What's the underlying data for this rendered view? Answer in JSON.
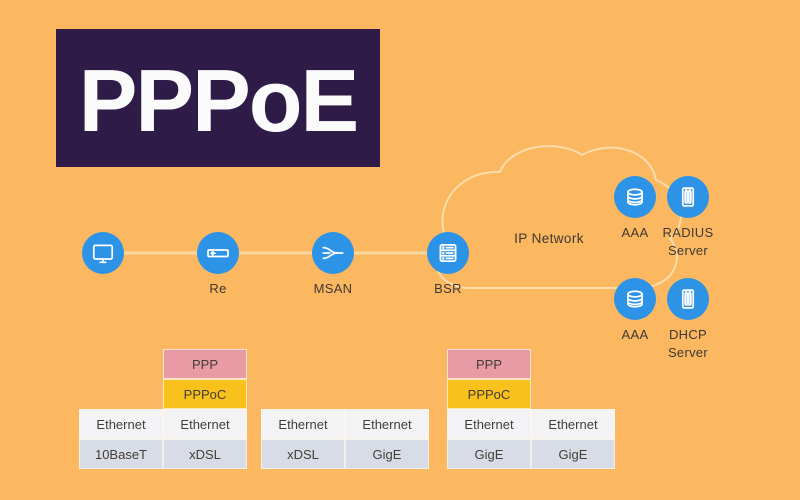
{
  "title": "PPPoE",
  "cloud_label": "IP Network",
  "nodes": [
    {
      "id": "client",
      "label": "",
      "icon": "monitor-icon"
    },
    {
      "id": "re",
      "label": "Re",
      "icon": "modem-icon"
    },
    {
      "id": "msan",
      "label": "MSAN",
      "icon": "merge-icon"
    },
    {
      "id": "bsr",
      "label": "BSR",
      "icon": "rack-icon"
    },
    {
      "id": "aaa_top",
      "label": "AAA",
      "icon": "database-icon"
    },
    {
      "id": "radius",
      "label": "RADIUS Server",
      "icon": "server-tower-icon"
    },
    {
      "id": "aaa_bottom",
      "label": "AAA",
      "icon": "database-icon"
    },
    {
      "id": "dhcp",
      "label": "DHCP Server",
      "icon": "server-tower-icon"
    }
  ],
  "colors": {
    "background": "#fcb860",
    "title_bg": "#2e1b47",
    "node_blue": "#2d93e6",
    "ppp_pink": "#e99ba4",
    "pppoc_yellow": "#f8c11b",
    "cell_light": "#f3f3f6",
    "cell_gray": "#d8dce6"
  },
  "stacks": [
    {
      "columns": [
        {
          "cells": [
            {
              "label": "Ethernet",
              "type": "light"
            },
            {
              "label": "10BaseT",
              "type": "gray"
            }
          ]
        },
        {
          "cells": [
            {
              "label": "PPP",
              "type": "pink"
            },
            {
              "label": "PPPoC",
              "type": "yellow"
            },
            {
              "label": "Ethernet",
              "type": "light"
            },
            {
              "label": "xDSL",
              "type": "gray"
            }
          ]
        }
      ]
    },
    {
      "columns": [
        {
          "cells": [
            {
              "label": "Ethernet",
              "type": "light"
            },
            {
              "label": "xDSL",
              "type": "gray"
            }
          ]
        },
        {
          "cells": [
            {
              "label": "Ethernet",
              "type": "light"
            },
            {
              "label": "GigE",
              "type": "gray"
            }
          ]
        }
      ]
    },
    {
      "columns": [
        {
          "cells": [
            {
              "label": "PPP",
              "type": "pink"
            },
            {
              "label": "PPPoC",
              "type": "yellow"
            },
            {
              "label": "Ethernet",
              "type": "light"
            },
            {
              "label": "GigE",
              "type": "gray"
            }
          ]
        },
        {
          "cells": [
            {
              "label": "Ethernet",
              "type": "light"
            },
            {
              "label": "GigE",
              "type": "gray"
            }
          ]
        }
      ]
    }
  ]
}
